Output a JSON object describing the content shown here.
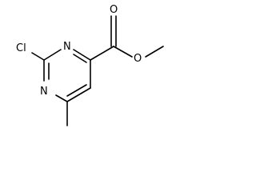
{
  "molecule": {
    "atoms": {
      "chlorine": "Cl",
      "nitrogen_top": "N",
      "nitrogen_bottom": "N",
      "carbonyl_oxygen": "O",
      "ester_oxygen": "O"
    },
    "colors": {
      "bond": "#000000",
      "label": "#000000",
      "background": "#ffffff"
    }
  }
}
